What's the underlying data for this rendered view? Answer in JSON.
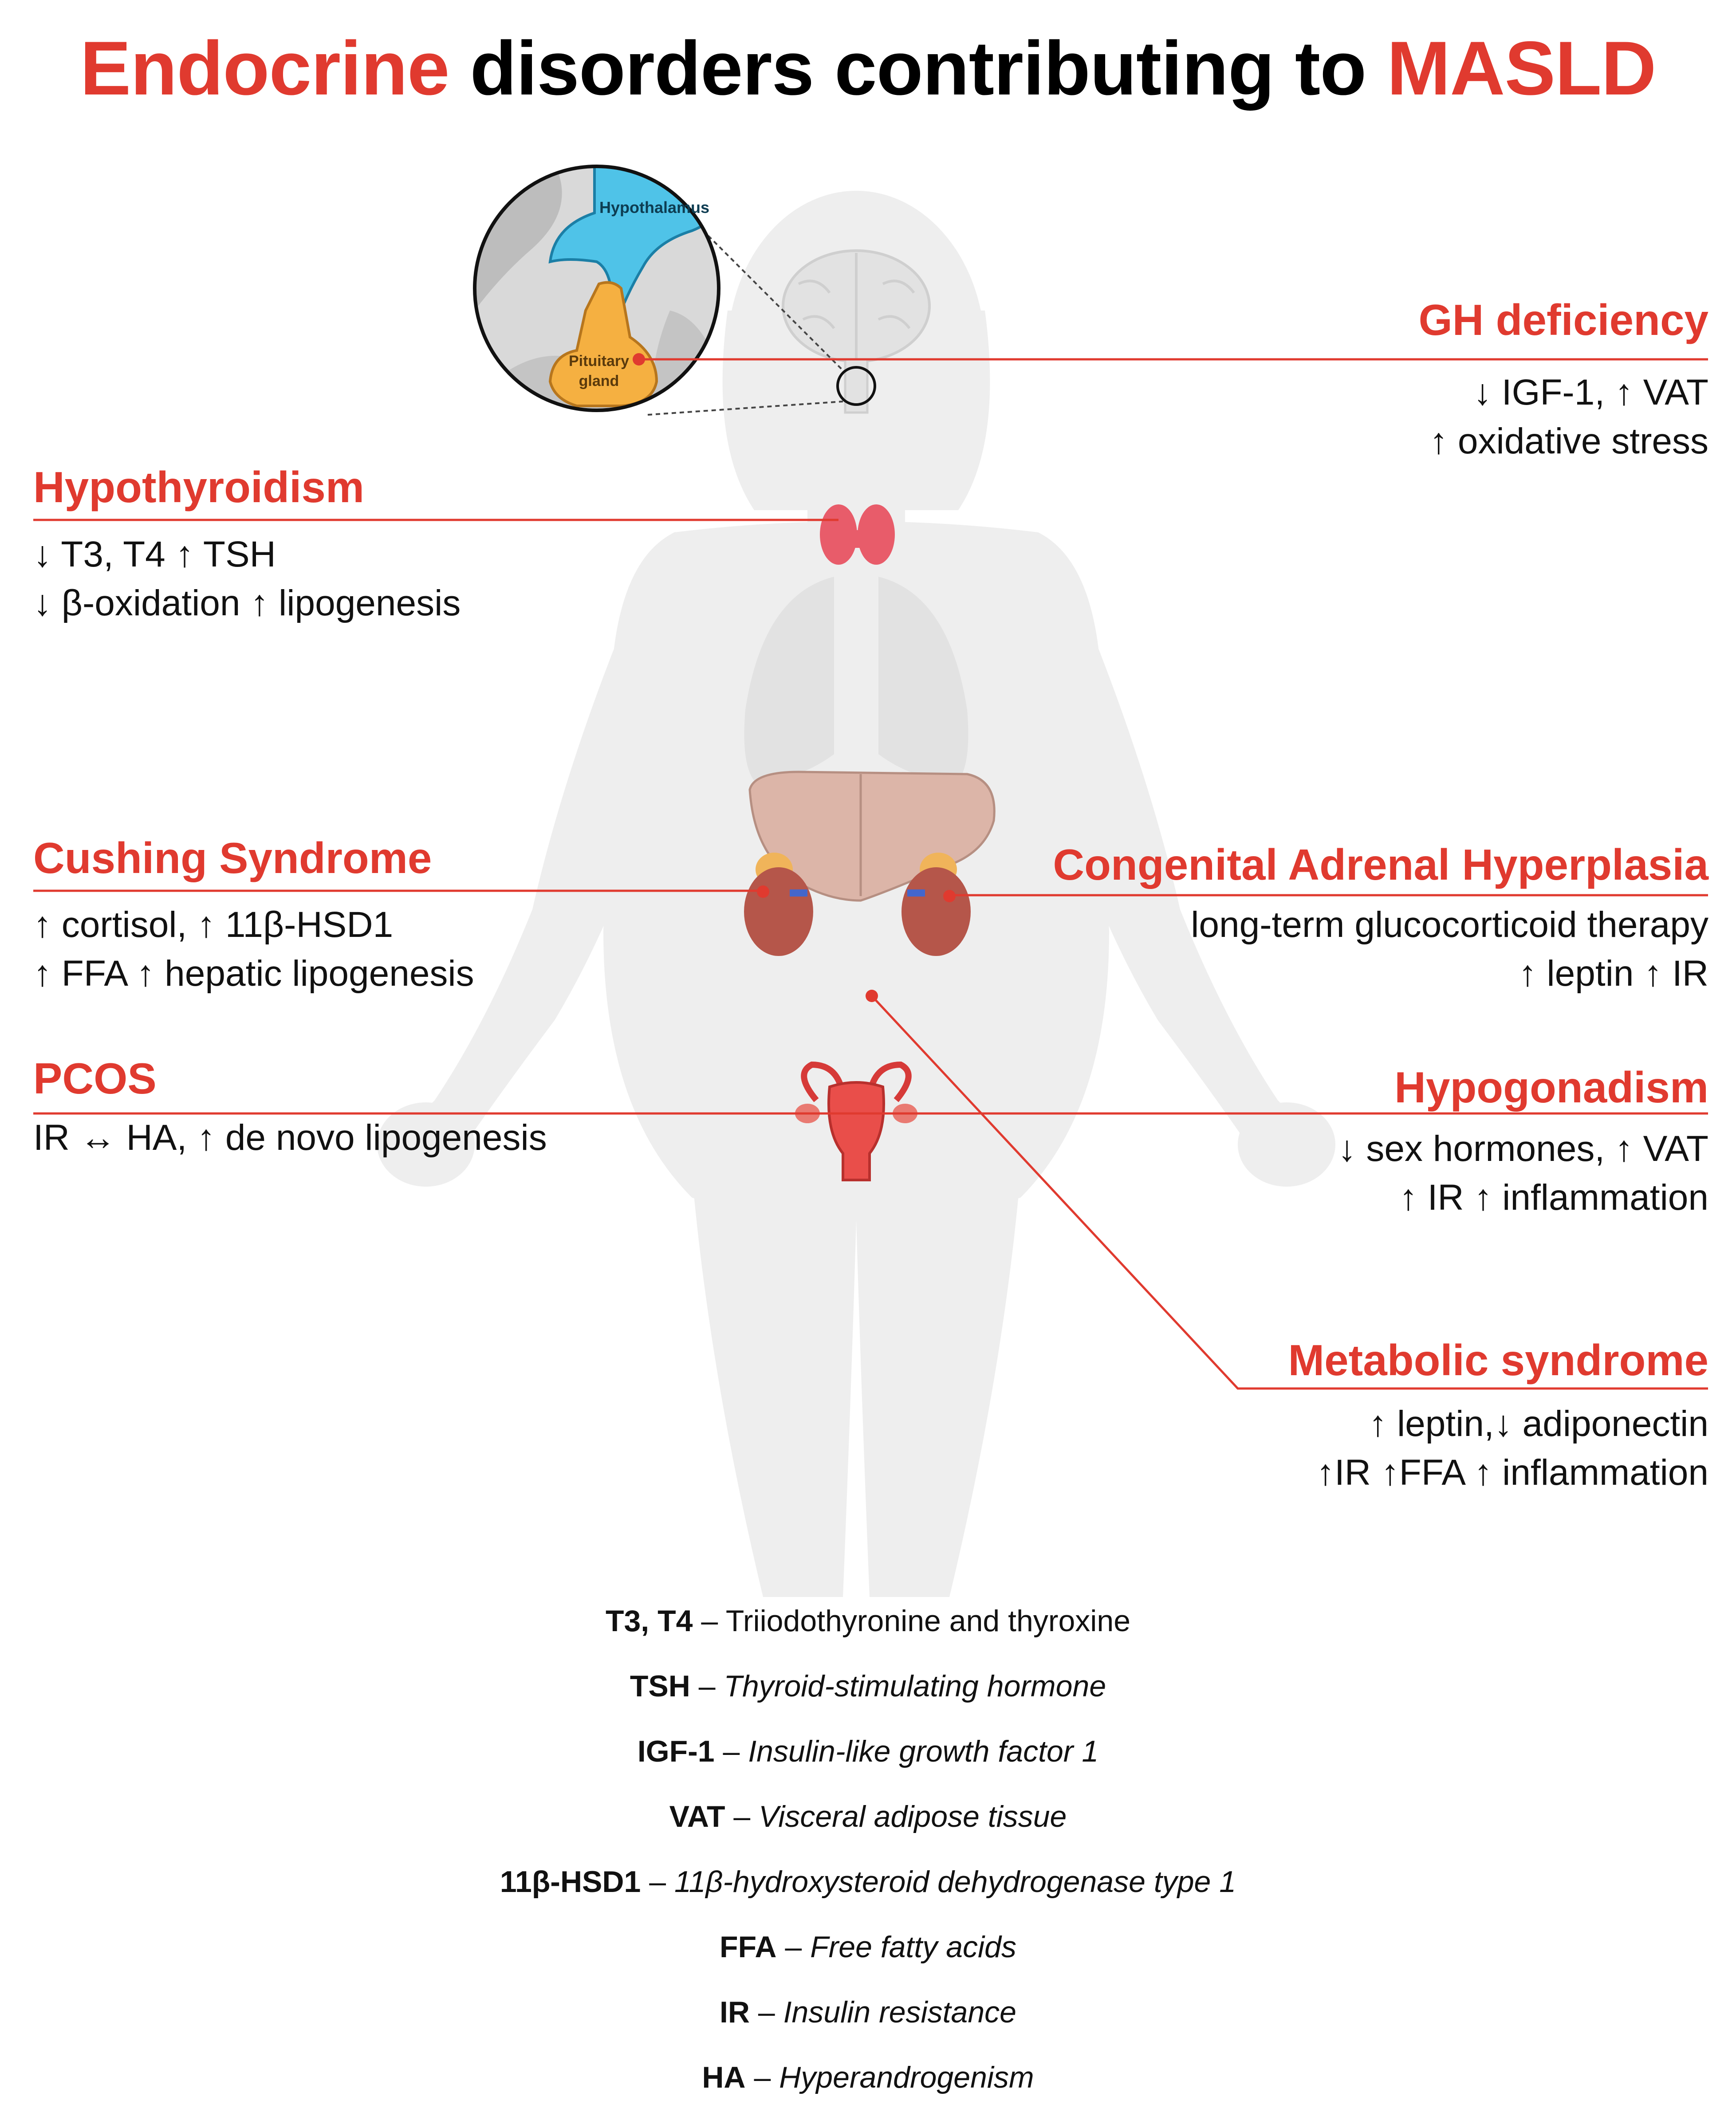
{
  "title": {
    "part1": "Endocrine",
    "part2": " disorders contributing to ",
    "part3": "MASLD"
  },
  "colors": {
    "accent": "#e03a2f",
    "text": "#111111",
    "silhouette": "#eeeeee",
    "hypothalamus": "#4fc3e8",
    "pituitary": "#f5b041",
    "thyroid": "#e85c6a",
    "liver": "#dcb5a8",
    "kidney": "#b5564a"
  },
  "inset": {
    "hypothalamus_label": "Hypothalamus",
    "pituitary_line1": "Pituitary",
    "pituitary_line2": "gland"
  },
  "conditions": [
    {
      "name": "GH deficiency",
      "lines": [
        "↓ IGF-1, ↑ VAT",
        "↑ oxidative stress"
      ]
    },
    {
      "name": "Hypothyroidism",
      "lines": [
        "↓ T3, T4 ↑ TSH",
        "↓ β-oxidation ↑ lipogenesis"
      ]
    },
    {
      "name": "Cushing Syndrome",
      "lines": [
        "↑ cortisol, ↑ 11β-HSD1",
        "↑ FFA ↑ hepatic lipogenesis"
      ]
    },
    {
      "name": "Congenital Adrenal Hyperplasia",
      "lines": [
        "long-term glucocorticoid therapy",
        "↑ leptin ↑ IR"
      ]
    },
    {
      "name": "PCOS",
      "lines": [
        "IR ↔ HA, ↑ de novo lipogenesis"
      ]
    },
    {
      "name": "Hypogonadism",
      "lines": [
        "↓ sex hormones, ↑ VAT",
        "↑ IR ↑ inflammation"
      ]
    },
    {
      "name": "Metabolic syndrome",
      "lines": [
        "↑ leptin,↓ adiponectin",
        "↑IR ↑FFA ↑ inflammation"
      ]
    }
  ],
  "legend": [
    {
      "abbr": "T3, T4",
      "def": "Triiodothyronine and thyroxine"
    },
    {
      "abbr": "TSH",
      "def": "Thyroid-stimulating hormone"
    },
    {
      "abbr": "IGF-1",
      "def": "Insulin-like growth factor 1"
    },
    {
      "abbr": "VAT",
      "def": "Visceral adipose tissue"
    },
    {
      "abbr": "11β-HSD1",
      "def": "11β-hydroxysteroid dehydrogenase type 1"
    },
    {
      "abbr": "FFA",
      "def": "Free fatty acids"
    },
    {
      "abbr": "IR",
      "def": "Insulin resistance"
    },
    {
      "abbr": "HA",
      "def": "Hyperandrogenism"
    }
  ],
  "legend_separator": " – "
}
